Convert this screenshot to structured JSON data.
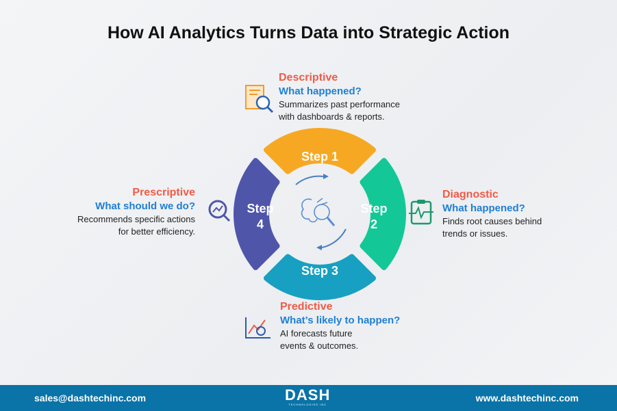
{
  "title": "How AI Analytics Turns Data into Strategic Action",
  "steps": [
    {
      "label": "Step 1",
      "heading": "Descriptive",
      "question": "What happened?",
      "desc1": "Summarizes past performance",
      "desc2": "with dashboards & reports.",
      "color": "#f7a823",
      "icon": "report-magnifier-icon"
    },
    {
      "label1": "Step",
      "label2": "2",
      "heading": "Diagnostic",
      "question": "What happened?",
      "desc1": "Finds root causes behind",
      "desc2": "trends or issues.",
      "color": "#13c896",
      "icon": "clipboard-pulse-icon"
    },
    {
      "label": "Step 3",
      "heading": "Predictive",
      "question": "What’s likely to happen?",
      "desc1": "AI forecasts future",
      "desc2": "events & outcomes.",
      "color": "#17a0c2",
      "icon": "chart-magnifier-icon"
    },
    {
      "label1": "Step",
      "label2": "4",
      "heading": "Prescriptive",
      "question": "What should we do?",
      "desc1": "Recommends specific actions",
      "desc2": "for better efficiency.",
      "color": "#4f56a9",
      "icon": "target-chart-icon"
    }
  ],
  "center_icon": "brain-magnifier-icon",
  "footer": {
    "email": "sales@dashtechinc.com",
    "website": "www.dashtechinc.com",
    "logo": "DASH",
    "logo_sub": "TECHNOLOGIES INC"
  }
}
